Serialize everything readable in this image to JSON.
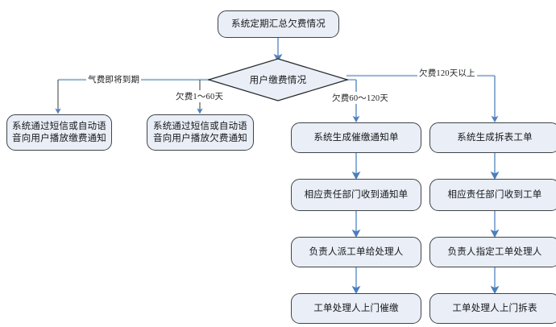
{
  "diagram": {
    "title_node": {
      "label": "系统定期汇总欠费情况"
    },
    "decision": {
      "label": "用户缴费情况"
    },
    "branch_labels": [
      {
        "id": "branch-gas-expiring",
        "label": "气费即将到期"
      },
      {
        "id": "branch-arrears-1-60",
        "label": "欠费1～60天"
      },
      {
        "id": "branch-arrears-60-120",
        "label": "欠费60～120天"
      },
      {
        "id": "branch-arrears-120-plus",
        "label": "欠费120天以上"
      }
    ],
    "columns": [
      {
        "id": "column-gas-expiring",
        "steps": [
          {
            "id": "step-sms-voice-payment-notice",
            "label": "系统通过短信或自动语音向用户播放缴费通知"
          }
        ]
      },
      {
        "id": "column-arrears-1-60",
        "steps": [
          {
            "id": "step-sms-voice-arrears-notice",
            "label": "系统通过短信或自动语音向用户播放欠费通知"
          }
        ]
      },
      {
        "id": "column-arrears-60-120",
        "steps": [
          {
            "id": "step-generate-dunning-notice",
            "label": "系统生成催缴通知单"
          },
          {
            "id": "step-department-receives-notice",
            "label": "相应责任部门收到通知单"
          },
          {
            "id": "step-manager-assigns-order",
            "label": "负责人派工单给处理人"
          },
          {
            "id": "step-handler-onsite-dunning",
            "label": "工单处理人上门催缴"
          }
        ]
      },
      {
        "id": "column-arrears-120-plus",
        "steps": [
          {
            "id": "step-generate-removal-order",
            "label": "系统生成拆表工单"
          },
          {
            "id": "step-department-receives-order",
            "label": "相应责任部门收到工单"
          },
          {
            "id": "step-manager-designates-handler",
            "label": "负责人指定工单处理人"
          },
          {
            "id": "step-handler-onsite-removal",
            "label": "工单处理人上门拆表"
          }
        ]
      }
    ],
    "colors": {
      "node_fill": "#e9eef7",
      "node_border": "#3f4447",
      "arrow_blue": "#4f81bd",
      "line_light_blue": "#9fb8d8",
      "line_dark": "#4a4a46",
      "text": "#16181a"
    }
  }
}
